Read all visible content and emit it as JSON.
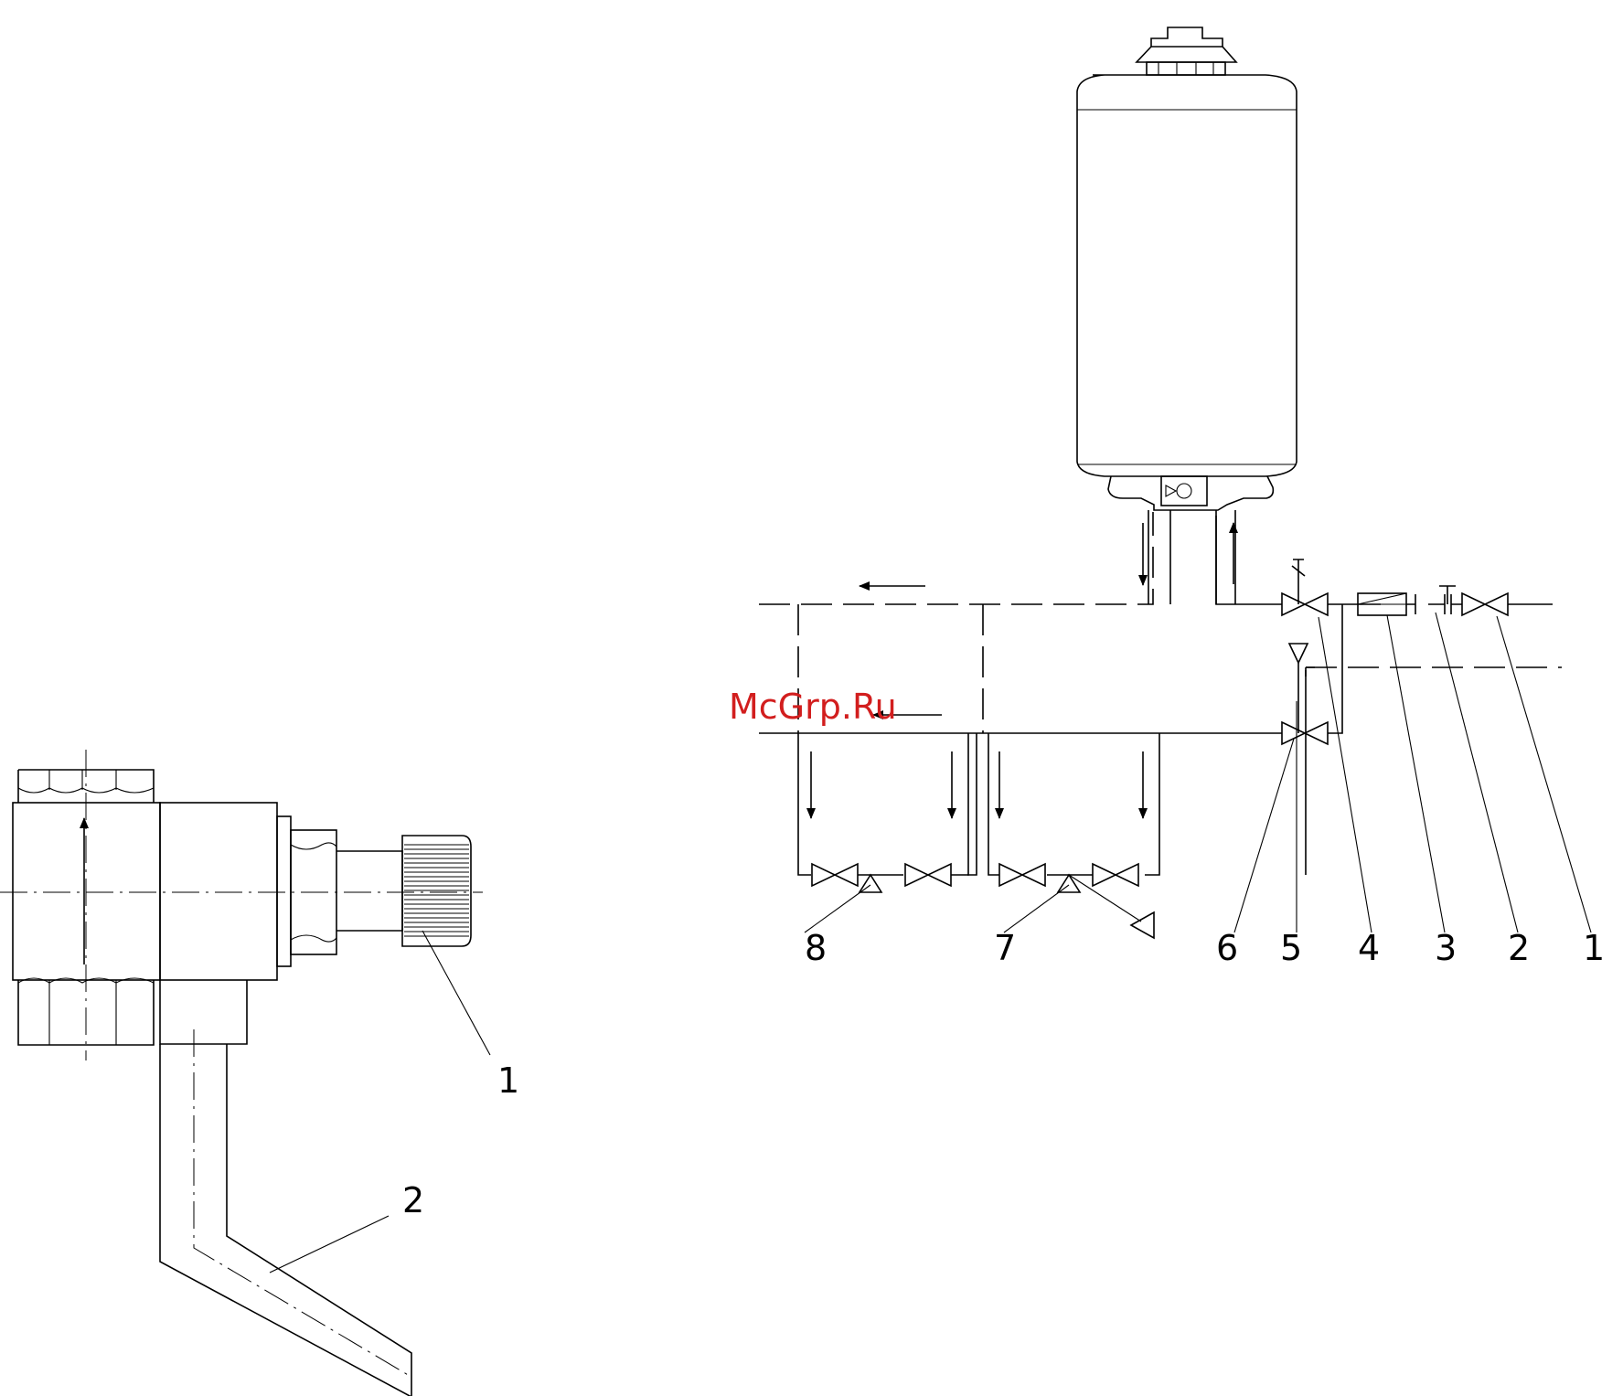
{
  "watermark": "McGrp.Ru",
  "colors": {
    "line": "#000000",
    "background": "#ffffff",
    "watermark": "#d21e1e"
  },
  "detail_view": {
    "labels": [
      "1",
      "2"
    ]
  },
  "schematic": {
    "labels": [
      "8",
      "7",
      "6",
      "5",
      "4",
      "3",
      "2",
      "1"
    ]
  }
}
